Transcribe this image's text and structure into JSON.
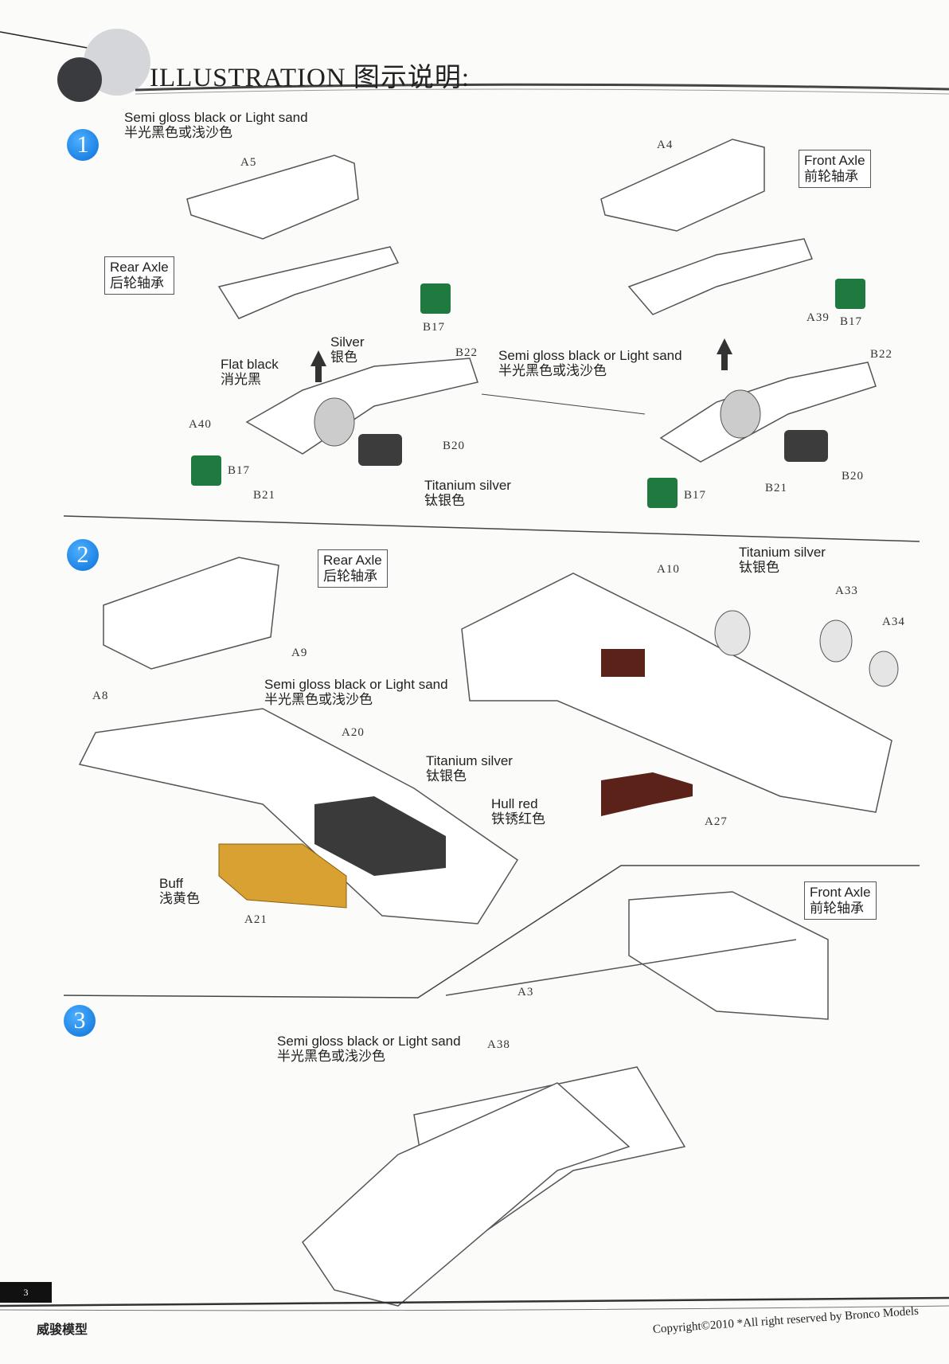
{
  "header": {
    "title": "ILLUSTRATION 图示说明:"
  },
  "steps": [
    "1",
    "2",
    "3"
  ],
  "step1": {
    "paint_top": {
      "en": "Semi gloss black or Light sand",
      "zh": "半光黑色或浅沙色"
    },
    "rear_axle": {
      "en": "Rear Axle",
      "zh": "后轮轴承"
    },
    "front_axle": {
      "en": "Front Axle",
      "zh": "前轮轴承"
    },
    "silver": {
      "en": "Silver",
      "zh": "银色"
    },
    "flat_black": {
      "en": "Flat black",
      "zh": "消光黑"
    },
    "paint_mid": {
      "en": "Semi gloss black or Light sand",
      "zh": "半光黑色或浅沙色"
    },
    "titanium": {
      "en": "Titanium silver",
      "zh": "钛银色"
    },
    "parts": {
      "a5": "A5",
      "a4": "A4",
      "b17a": "B17",
      "b22a": "B22",
      "a40": "A40",
      "b17b": "B17",
      "b21a": "B21",
      "b20a": "B20",
      "a39": "A39",
      "b17c": "B17",
      "b22b": "B22",
      "b20b": "B20",
      "b21b": "B21",
      "b17d": "B17"
    }
  },
  "step2": {
    "rear_axle": {
      "en": "Rear Axle",
      "zh": "后轮轴承"
    },
    "titanium_top": {
      "en": "Titanium silver",
      "zh": "钛银色"
    },
    "paint": {
      "en": "Semi gloss black or Light sand",
      "zh": "半光黑色或浅沙色"
    },
    "titanium_mid": {
      "en": "Titanium silver",
      "zh": "钛银色"
    },
    "hull_red": {
      "en": "Hull red",
      "zh": "铁锈红色"
    },
    "buff": {
      "en": "Buff",
      "zh": "浅黄色"
    },
    "parts": {
      "a10": "A10",
      "a33": "A33",
      "a34": "A34",
      "a9": "A9",
      "a8": "A8",
      "a20": "A20",
      "a27": "A27",
      "a21": "A21"
    }
  },
  "step3": {
    "front_axle": {
      "en": "Front Axle",
      "zh": "前轮轴承"
    },
    "paint": {
      "en": "Semi gloss black or Light sand",
      "zh": "半光黑色或浅沙色"
    },
    "parts": {
      "a3": "A3",
      "a38": "A38"
    }
  },
  "footer": {
    "page_number": "3",
    "brand": "威骏模型",
    "copyright": "Copyright©2010  *All right reserved by Bronco Models"
  },
  "colors": {
    "step_blue": "#0a6fd8",
    "buff": "#d9a032",
    "hull_red": "#5a2218",
    "titanium": "#3a3a3a",
    "no_glue_green": "#1e7a3e"
  }
}
